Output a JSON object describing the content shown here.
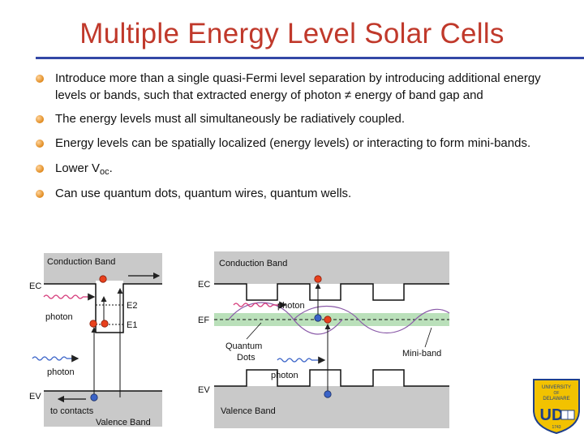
{
  "slide": {
    "title": "Multiple Energy Level Solar Cells"
  },
  "bullets": [
    {
      "text": "Introduce more than a single quasi-Fermi level separation by introducing additional energy levels or bands, such that extracted energy of photon ≠ energy of band gap and"
    },
    {
      "text": "The energy levels must all simultaneously be radiatively coupled."
    },
    {
      "text": "Energy levels can be spatially localized (energy levels) or interacting to form mini-bands."
    },
    {
      "pre": "Lower V",
      "sub": "oc",
      "post": "."
    },
    {
      "text": "Can use quantum dots, quantum wires, quantum wells."
    }
  ],
  "left_diagram": {
    "conduction_band": "Conduction Band",
    "valence_band": "Valence Band",
    "ec": "EC",
    "ev": "EV",
    "e2": "E2",
    "e1": "E1",
    "photon_upper": "photon",
    "photon_lower": "photon",
    "contacts": "to contacts"
  },
  "right_diagram": {
    "conduction_band": "Conduction Band",
    "valence_band": "Valence Band",
    "ec": "EC",
    "ef": "EF",
    "ev": "EV",
    "photon_upper": "photon",
    "photon_lower": "photon",
    "quantum_dots_line1": "Quantum",
    "quantum_dots_line2": "Dots",
    "mini_band": "Mini-band"
  },
  "logo": {
    "line1": "UNIVERSITY",
    "line2": "DELAWARE",
    "line3": "OF",
    "monogram": "UD",
    "year": "1743"
  },
  "colors": {
    "title": "#c0392b",
    "rule": "#3347a6",
    "band": "#c9c9c9",
    "electron": "#e8411d",
    "hole": "#3a63c8",
    "photon": "#d63a7a"
  }
}
